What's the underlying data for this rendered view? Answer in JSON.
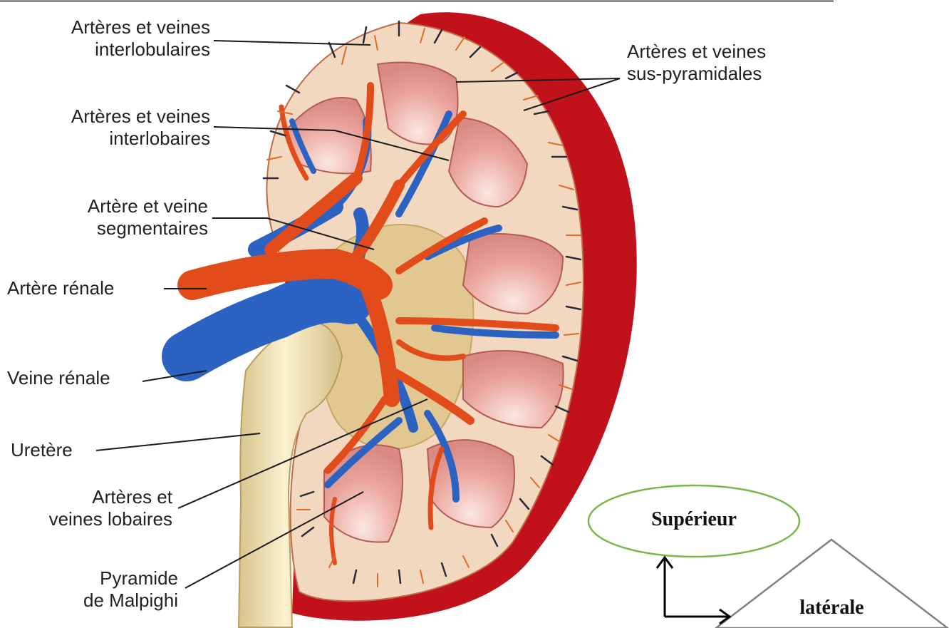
{
  "labels": {
    "interlobulaires_1": "Artères et veines",
    "interlobulaires_2": "interlobulaires",
    "suspyramidales_1": "Artères et veines",
    "suspyramidales_2": "sus-pyramidales",
    "interlobaires_1": "Artères et veines",
    "interlobaires_2": "interlobaires",
    "segmentaires_1": "Artère et veine",
    "segmentaires_2": "segmentaires",
    "artere_renale": "Artère rénale",
    "veine_renale": "Veine rénale",
    "uretere": "Uretère",
    "lobaires_1": "Artères et",
    "lobaires_2": "veines lobaires",
    "pyramide_1": "Pyramide",
    "pyramide_2": "de Malpighi"
  },
  "orientation": {
    "superior": "Supérieur",
    "lateral": "latérale"
  },
  "colors": {
    "capsule": "#c1121c",
    "cortex": "#f3d8c0",
    "pyramid": "#e7a19a",
    "artery": "#e24c1a",
    "vein": "#2c63c2",
    "ureter": "#efe0b4",
    "ellipse_border": "#7ab648",
    "triangle_border": "#808080"
  }
}
